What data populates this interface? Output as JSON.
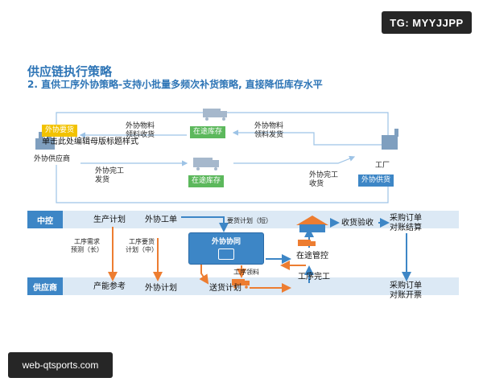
{
  "watermarks": {
    "top": "TG: MYYJJPP",
    "bottom": "web-qtsports.com"
  },
  "title": "供应链执行策略",
  "subtitle": "2. 直供工序外协策略-支持小批量多频次补货策略, 直接降低库存水平",
  "top_section": {
    "outsource_demand_tag": "外协要货",
    "overlay_placeholder": "单击此处编辑母版标题样式",
    "outsource_supplier": "外协供应商",
    "material_receive": "外协物料\n领料收货",
    "in_transit_stock_top": "在途库存",
    "material_send": "外协物料\n领料发货",
    "complete_ship": "外协完工\n发货",
    "in_transit_stock_bottom": "在途库存",
    "complete_receive": "外协完工\n收货",
    "factory": "工厂",
    "outsource_supply_tag": "外协供货"
  },
  "lanes": {
    "control": "中控",
    "supplier": "供应商"
  },
  "flow": {
    "production_plan": "生产计划",
    "outsource_work_order": "外协工单",
    "demand_plan_short": "要货计划（短）",
    "receive_inspect": "收货验收",
    "purchase_order_settle": "采购订单\n对账结算",
    "process_demand_long": "工序需求\n预测（长）",
    "process_demand_mid": "工序要货\n计划（中）",
    "outsource_collab": "外协协同",
    "in_transit_control": "在途管控",
    "process_material": "工序领料",
    "process_complete": "工序完工",
    "capacity_ref": "产能参考",
    "outsource_plan": "外协计划",
    "delivery_plan": "送货计划",
    "purchase_order_invoice": "采购订单\n对账开票"
  },
  "colors": {
    "blue": "#3D86C6",
    "orange": "#ED7D31",
    "green": "#5CB85C",
    "yellow": "#F2C200",
    "lane": "#DCE9F5",
    "line": "#9DC3E6"
  }
}
